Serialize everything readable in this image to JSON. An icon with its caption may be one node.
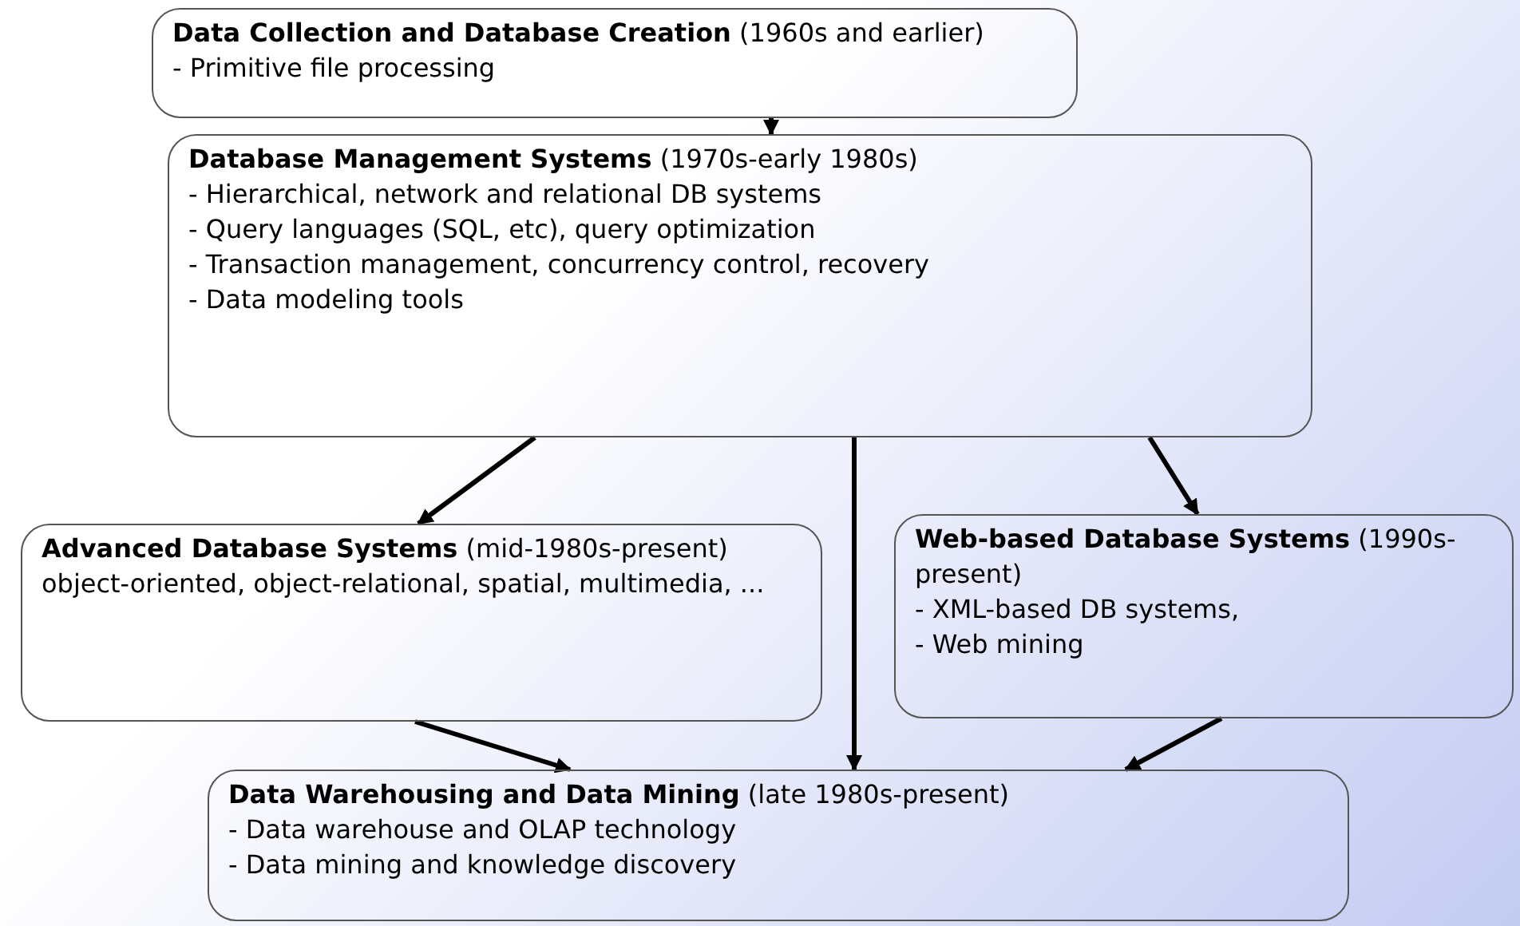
{
  "diagram": {
    "nodes": [
      {
        "text": [
          "**Data Collection and Database Creation** (1960s and earlier)",
          "- Primitive file processing"
        ]
      },
      {
        "text": [
          "**Database Management Systems** (1970s-early 1980s)",
          "- Hierarchical, network and relational DB systems",
          "- Query languages (SQL, etc), query optimization",
          "- Transaction management, concurrency control, recovery",
          "- Data modeling tools"
        ]
      },
      {
        "text": [
          "**Advanced Database Systems** (mid-1980s-present)",
          "object-oriented, object-relational, spatial, multimedia, ..."
        ]
      },
      {
        "text": [
          "**Web-based Database Systems** (1990s-present)",
          "- XML-based DB systems,",
          "- Web mining"
        ]
      },
      {
        "text": [
          "**Data Warehousing and Data Mining** (late 1980s-present)",
          "- Data warehouse and OLAP technology",
          "- Data mining and knowledge discovery"
        ]
      }
    ],
    "edges": [
      {
        "from": 0,
        "to": 1,
        "arrow": "to"
      },
      {
        "from": 1,
        "to": 2,
        "arrow": "to"
      },
      {
        "from": 1,
        "to": 4,
        "arrow": "to"
      },
      {
        "from": 1,
        "to": 3,
        "arrow": "to"
      },
      {
        "from": 2,
        "to": 4,
        "arrow": "to"
      },
      {
        "from": 3,
        "to": 4,
        "arrow": "to"
      }
    ]
  }
}
